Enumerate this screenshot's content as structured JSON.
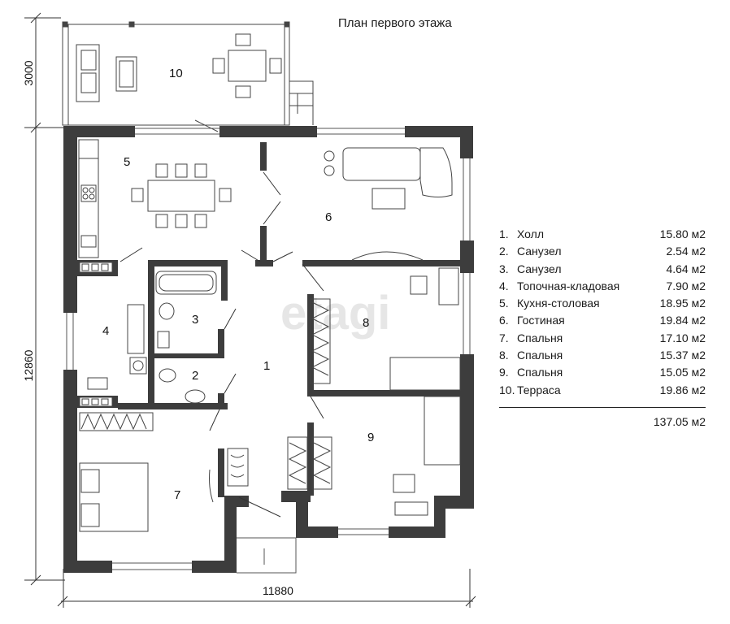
{
  "title": "План первого этажа",
  "dimensions": {
    "width": "11880",
    "depth": "12860",
    "terrace_depth": "3000"
  },
  "watermark": "etagi",
  "room_numbers": [
    "1",
    "2",
    "3",
    "4",
    "5",
    "6",
    "7",
    "8",
    "9",
    "10"
  ],
  "legend": [
    {
      "num": "1.",
      "name": "Холл",
      "area": "15.80 м2"
    },
    {
      "num": "2.",
      "name": "Санузел",
      "area": "2.54 м2"
    },
    {
      "num": "3.",
      "name": "Санузел",
      "area": "4.64 м2"
    },
    {
      "num": "4.",
      "name": "Топочная-кладовая",
      "area": "7.90 м2"
    },
    {
      "num": "5.",
      "name": "Кухня-столовая",
      "area": "18.95 м2"
    },
    {
      "num": "6.",
      "name": "Гостиная",
      "area": "19.84 м2"
    },
    {
      "num": "7.",
      "name": "Спальня",
      "area": "17.10 м2"
    },
    {
      "num": "8.",
      "name": "Спальня",
      "area": "15.37 м2"
    },
    {
      "num": "9.",
      "name": "Спальня",
      "area": "15.05 м2"
    },
    {
      "num": "10.",
      "name": "Терраса",
      "area": "19.86 м2"
    }
  ],
  "total": "137.05 м2"
}
